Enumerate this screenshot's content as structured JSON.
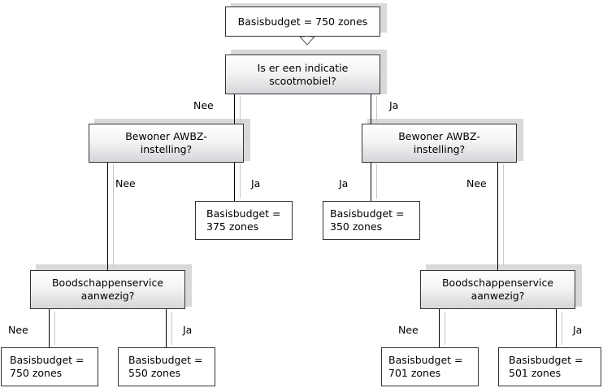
{
  "nodes": {
    "root": "Basisbudget = 750 zones",
    "q1": "Is er een indicatie\nscootmobiel?",
    "q2_left": "Bewoner AWBZ-\ninstelling?",
    "q2_right": "Bewoner AWBZ-\ninstelling?",
    "leaf_375": "Basisbudget =\n      375 zones",
    "leaf_350": "Basisbudget =\n350 zones",
    "q3_left": "Boodschappenservice\naanwezig?",
    "q3_right": "Boodschappenservice\naanwezig?",
    "leaf_750": "Basisbudget =\n750 zones",
    "leaf_550": "Basisbudget =\n      550 zones",
    "leaf_701": "Basisbudget =\n701 zones",
    "leaf_501": "Basisbudget =\n      501 zones"
  },
  "labels": {
    "yes": "Ja",
    "no": "Nee"
  },
  "colors": {
    "border": "#333333",
    "shadow": "#d9d9d9",
    "connector": "#000000"
  }
}
